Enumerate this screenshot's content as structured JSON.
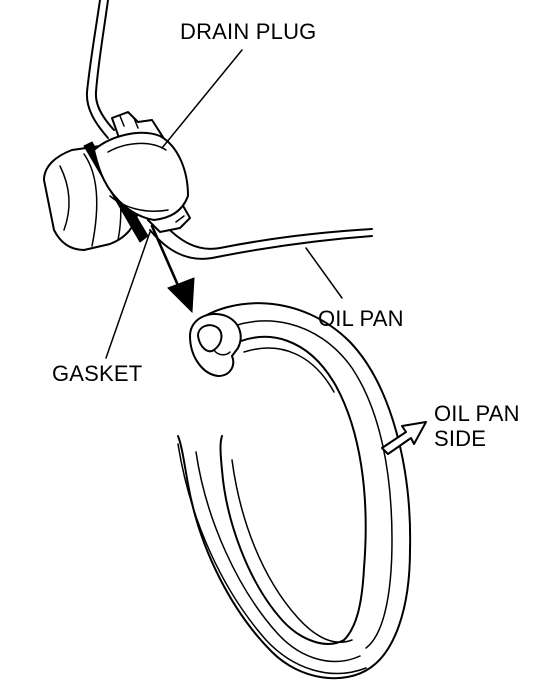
{
  "labels": {
    "drain_plug": "DRAIN PLUG",
    "gasket": "GASKET",
    "oil_pan": "OIL PAN",
    "oil_pan_side_line1": "OIL PAN",
    "oil_pan_side_line2": "SIDE"
  },
  "colors": {
    "ink": "#000000",
    "paper": "#ffffff"
  }
}
